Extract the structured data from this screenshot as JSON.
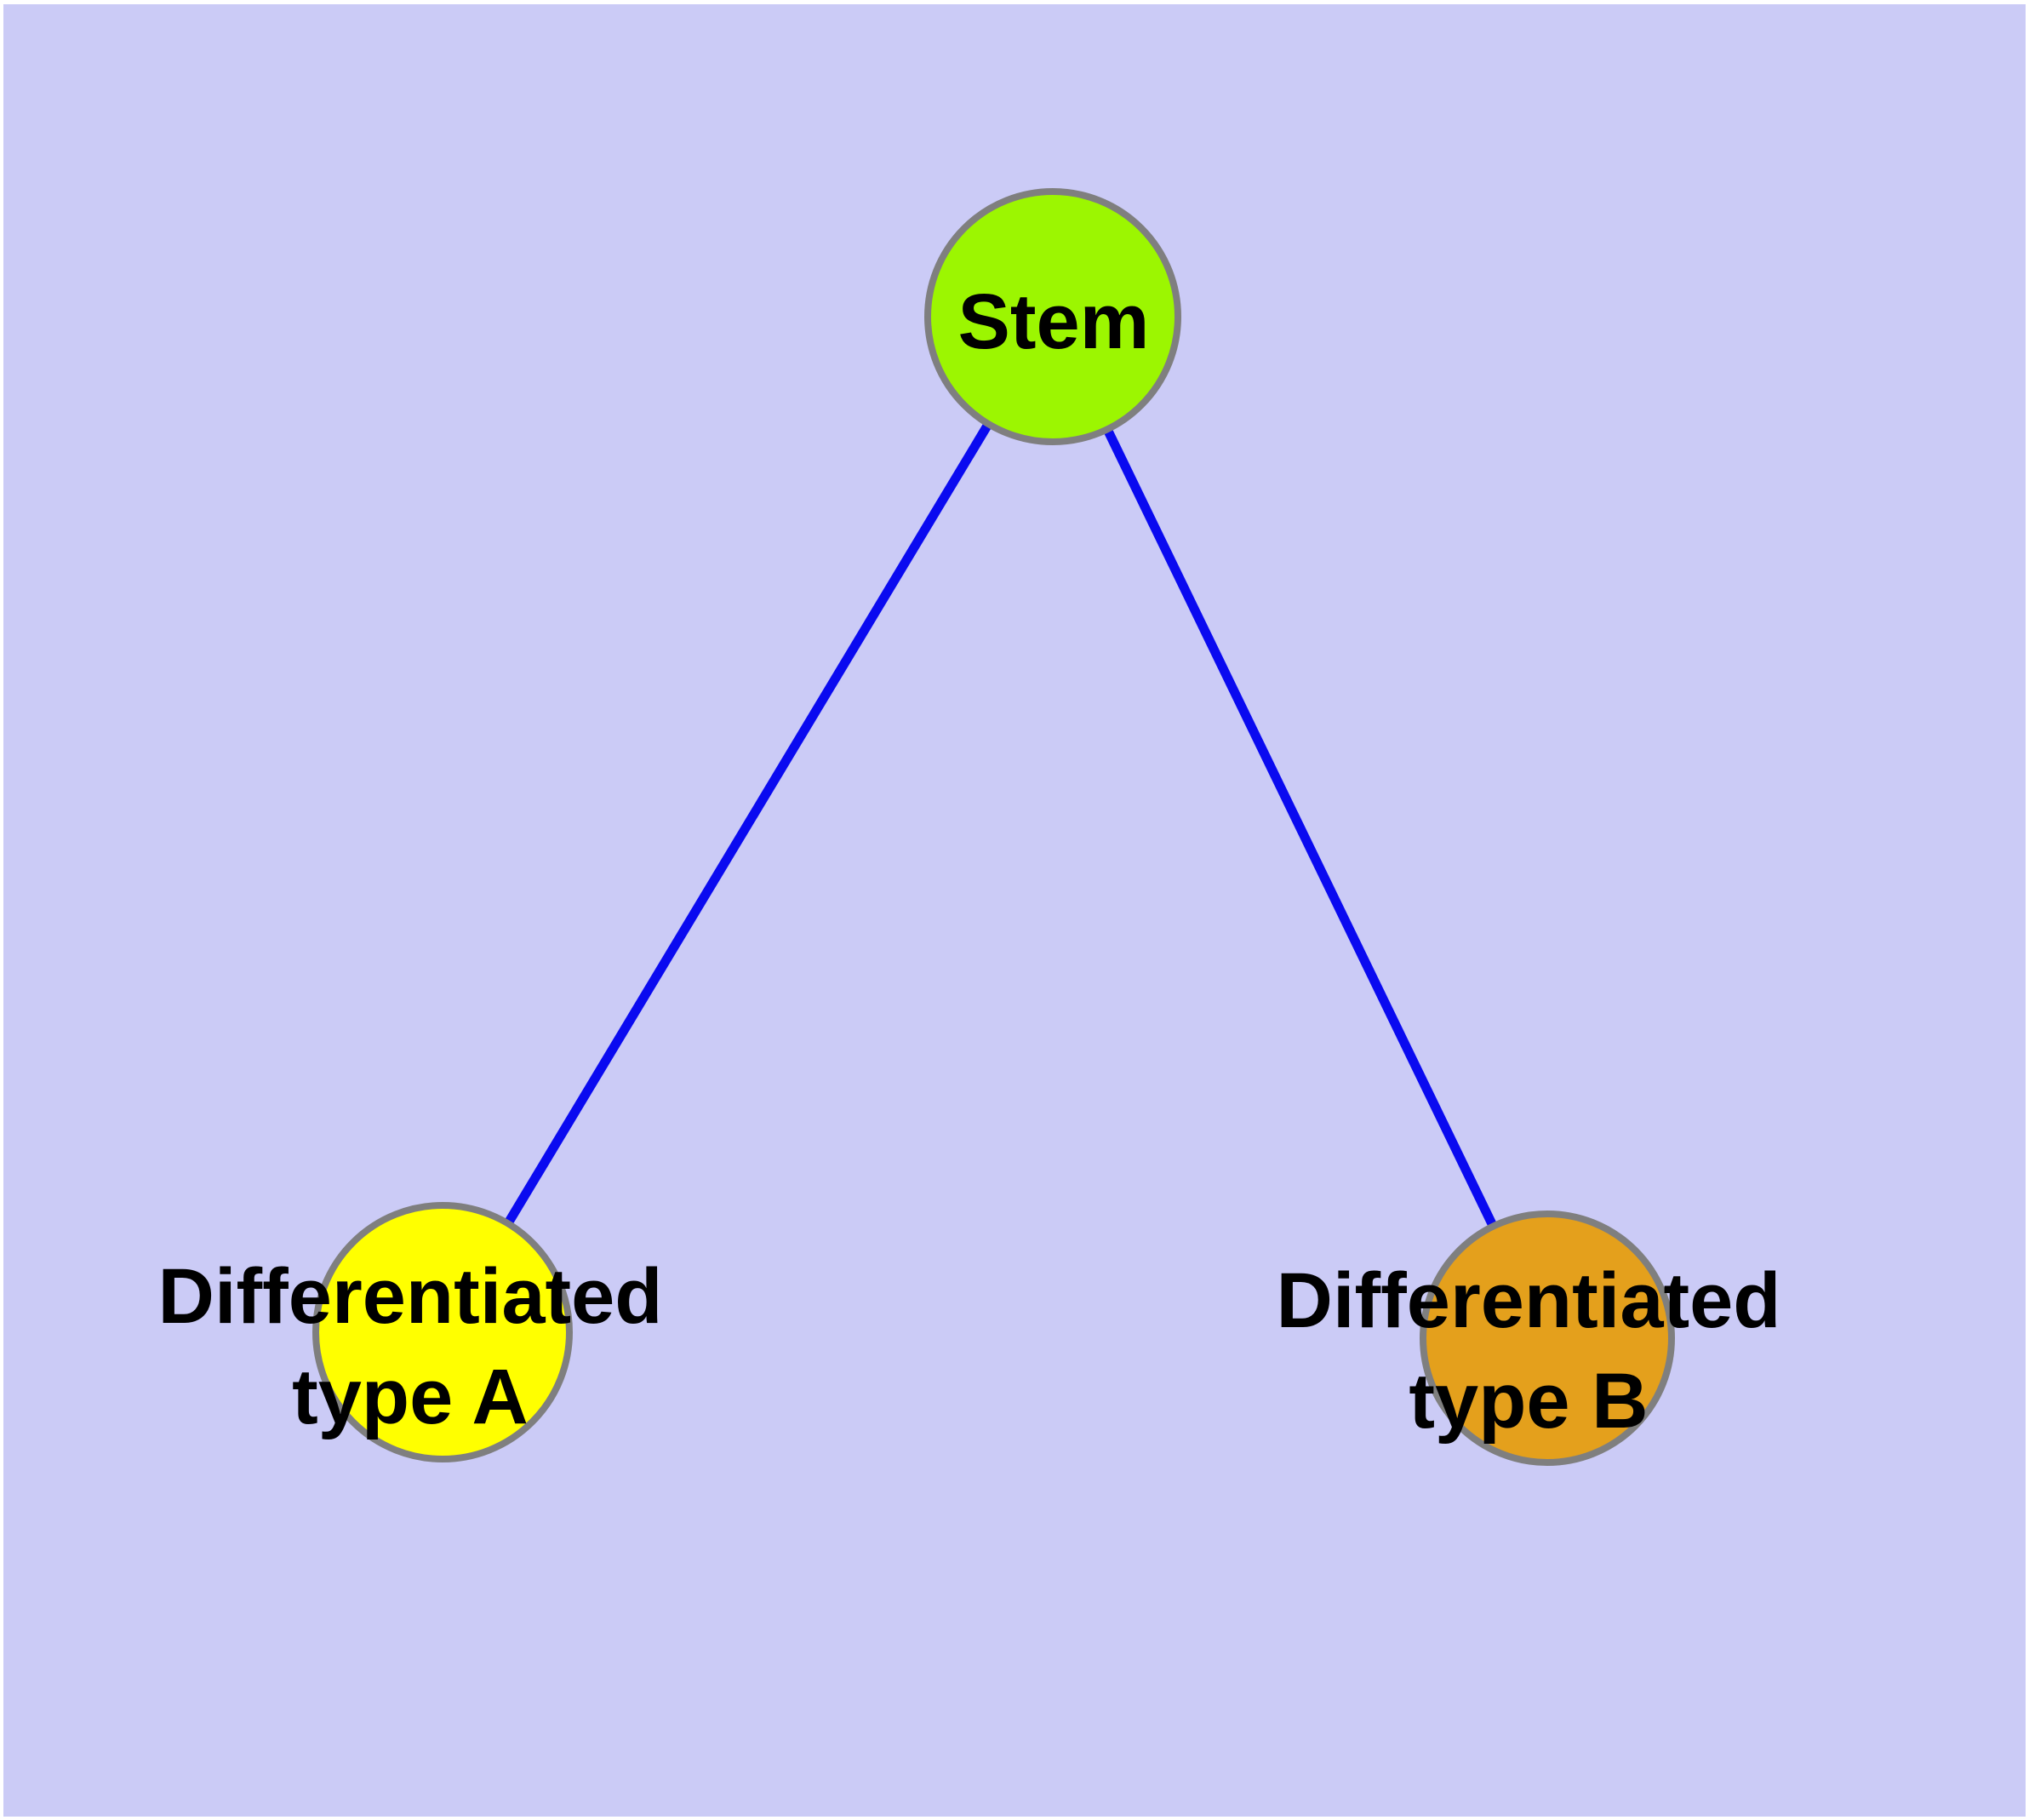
{
  "colors": {
    "page_margin": "#FFFFFF",
    "plot_background": "#CBCBF6",
    "node_border": "#7F7F7F",
    "edge": "#0A0AF0"
  },
  "graph": {
    "nodes": [
      {
        "id": "stem",
        "label": "Stem",
        "fill": "#9CF601"
      },
      {
        "id": "type-a",
        "label_line1": "Differentiated",
        "label_line2": "type A",
        "fill": "#FFFF00"
      },
      {
        "id": "type-b",
        "label_line1": "Differentiated",
        "label_line2": "type B",
        "fill": "#E4A01C"
      }
    ],
    "edges": [
      {
        "from": "stem",
        "to": "type-a",
        "color": "#0A0AF0"
      },
      {
        "from": "stem",
        "to": "type-b",
        "color": "#0A0AF0"
      }
    ]
  }
}
